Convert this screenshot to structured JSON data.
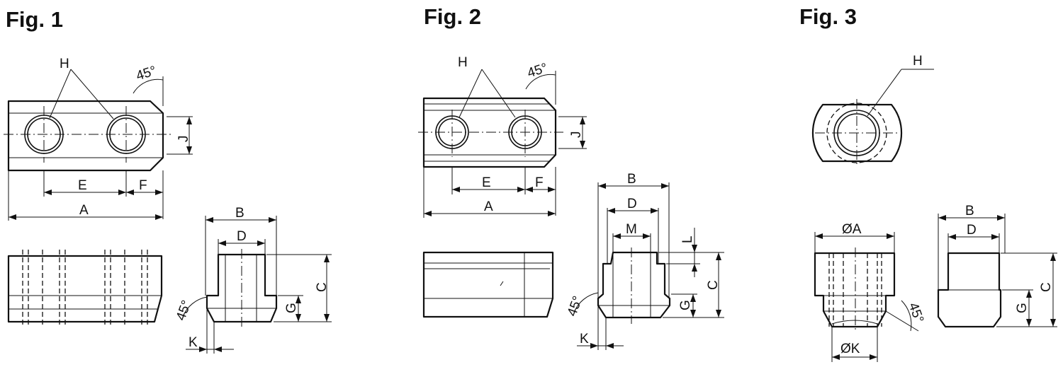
{
  "figures": [
    {
      "title": "Fig. 1"
    },
    {
      "title": "Fig. 2"
    },
    {
      "title": "Fig. 3"
    }
  ],
  "fig1_labels": {
    "H": "H",
    "angle_top": "45°",
    "J": "J",
    "E": "E",
    "F": "F",
    "A": "A",
    "B": "B",
    "D": "D",
    "C": "C",
    "G": "G",
    "angle_side": "45°",
    "K": "K"
  },
  "fig2_labels": {
    "H": "H",
    "angle_top": "45°",
    "J": "J",
    "E": "E",
    "F": "F",
    "A": "A",
    "B": "B",
    "D": "D",
    "M": "M",
    "L": "L",
    "C": "C",
    "G": "G",
    "angle_side": "45°",
    "K": "K"
  },
  "fig3_labels": {
    "H": "H",
    "A": "ØA",
    "K": "ØK",
    "angle": "45°",
    "B": "B",
    "D": "D",
    "C": "C",
    "G": "G"
  }
}
